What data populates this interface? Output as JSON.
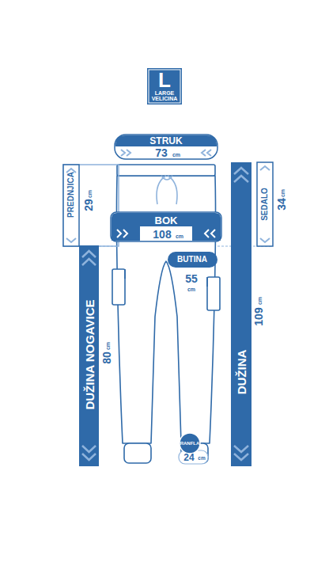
{
  "diagram": {
    "nodes": [
      {
        "text": [
          "L",
          "LARGE VELICINA"
        ]
      },
      {
        "text": [
          "STRUK",
          "73",
          "cm"
        ]
      },
      {
        "text": [
          "PREDNJICA",
          "29",
          "cm"
        ]
      },
      {
        "text": [
          "BOK",
          "108",
          "cm"
        ]
      },
      {
        "text": [
          "SEDALO",
          "34",
          "cm"
        ]
      },
      {
        "text": [
          "BUTINA",
          "55",
          "cm"
        ]
      },
      {
        "text": [
          "DUŽINA NOGAVICE",
          "80",
          "cm"
        ]
      },
      {
        "text": [
          "DUŽINA",
          "109",
          "cm"
        ]
      },
      {
        "text": [
          "RANFLA",
          "24",
          "cm"
        ]
      }
    ]
  }
}
